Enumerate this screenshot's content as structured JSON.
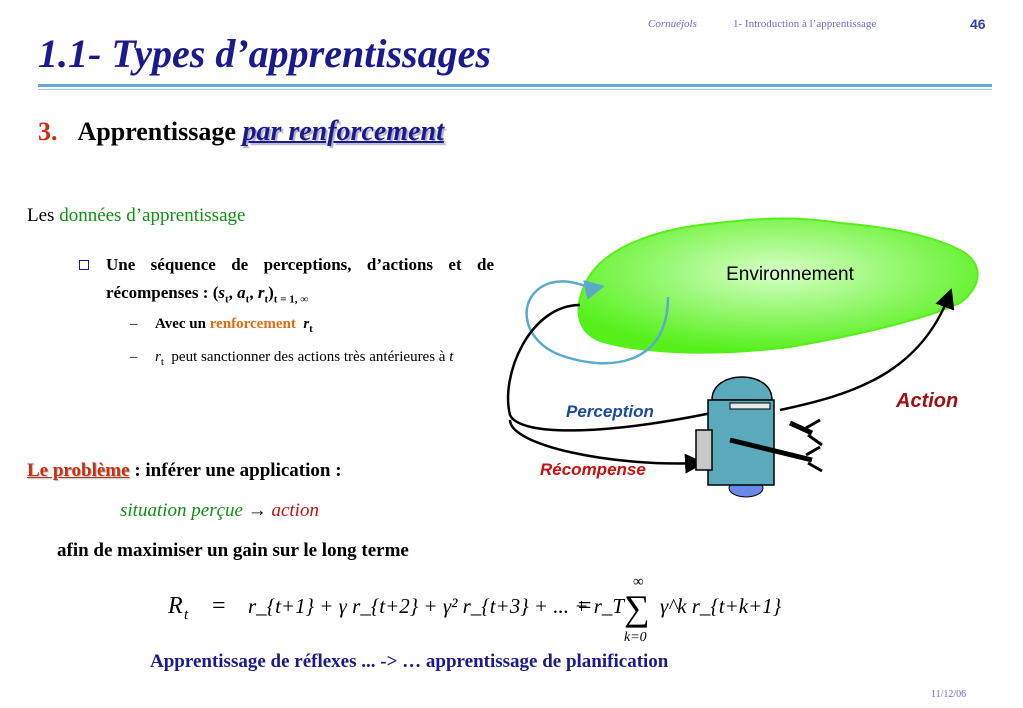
{
  "header": {
    "author": "Cornuéjols",
    "chapter": "1- Introduction à l’apprentissage",
    "page": "46"
  },
  "title": "1.1- Types d’apprentissages",
  "section": {
    "number": "3.",
    "text": "Apprentissage",
    "emph": "par renforcement"
  },
  "donnees": {
    "prefix": "Les",
    "highlight": "données d’apprentissage"
  },
  "bullet": {
    "text": "Une séquence de perceptions, d’actions et de récompenses : (",
    "s": "s",
    "st": "t",
    "a": "a",
    "at": "t",
    "r": "r",
    "rt": "t",
    "close": ")",
    "range": "t = 1, ∞"
  },
  "subitems": [
    {
      "dash": "–",
      "prefix": "Avec un",
      "highlight": "renforcement",
      "var": "r",
      "sub": "t"
    },
    {
      "dash": "–",
      "var": "r",
      "sub": "t",
      "text": "peut sanctionner des actions très antérieures à",
      "end": "t"
    }
  ],
  "probleme": {
    "label": "Le problème",
    "text": ": inférer une application :"
  },
  "situation": {
    "a": "situation perçue",
    "arrow": "→",
    "b": "action"
  },
  "afin": "afin de maximiser un gain sur le long terme",
  "formula": {
    "lhs": "R",
    "lhs_sub": "t",
    "eq": "=",
    "terms": "r_{t+1} + γ r_{t+2} + γ² r_{t+3} + ... + r_T",
    "sum_top": "∞",
    "sum_bottom": "k=0",
    "sum_term": "γ^k r_{t+k+1}"
  },
  "bottom_line": "Apprentissage de réflexes  ...  -> …  apprentissage de planification",
  "date": "11/12/06",
  "diagram": {
    "environment": "Environnement",
    "perception": "Perception",
    "action": "Action",
    "recompense": "Récompense",
    "colors": {
      "cloud": "#55f01a",
      "agent": "#5aaabb",
      "perception": "#1a4a9c",
      "action": "#a01010",
      "recompense": "#c81010"
    }
  }
}
